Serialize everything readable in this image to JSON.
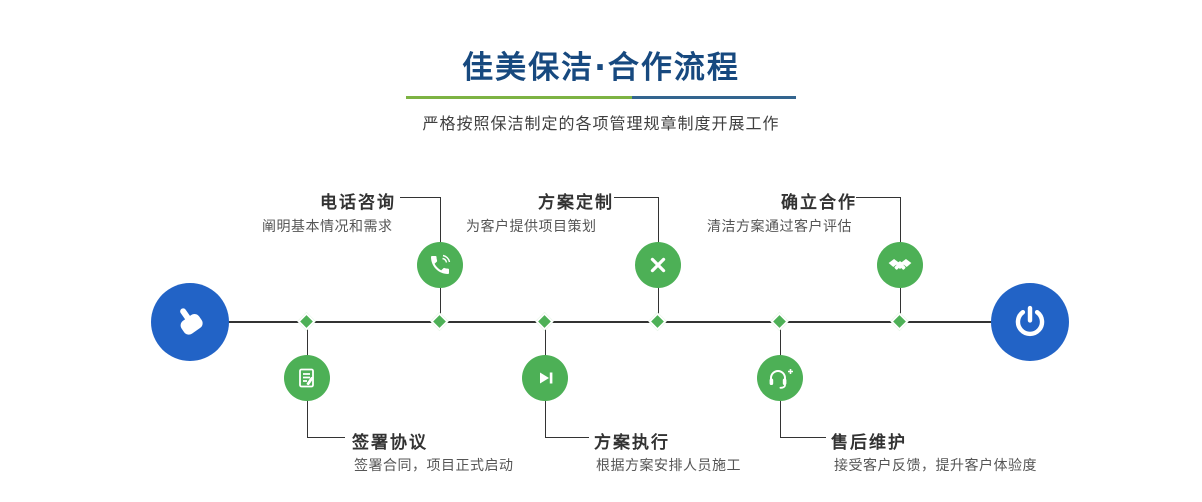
{
  "page": {
    "title": "佳美保洁·合作流程",
    "subtitle": "严格按照保洁制定的各项管理规章制度开展工作"
  },
  "colors": {
    "title_blue": "#17497F",
    "node_green": "#4DB056",
    "endpoint_blue": "#2263C6",
    "divider_green": "#7DB343",
    "divider_blue": "#33658F",
    "line_dark": "#333333",
    "step_title_color": "#333333",
    "step_desc_color": "#555555"
  },
  "endpoints": {
    "start_icon": "hand-pointer-icon",
    "end_icon": "power-icon"
  },
  "steps_top": [
    {
      "title": "电话咨询",
      "desc": "阐明基本情况和需求",
      "icon": "phone-icon"
    },
    {
      "title": "方案定制",
      "desc": "为客户提供项目策划",
      "icon": "design-tools-icon"
    },
    {
      "title": "确立合作",
      "desc": "清洁方案通过客户评估",
      "icon": "handshake-icon"
    }
  ],
  "steps_bottom": [
    {
      "title": "签署协议",
      "desc": "签署合同，项目正式启动",
      "icon": "contract-icon"
    },
    {
      "title": "方案执行",
      "desc": "根据方案安排人员施工",
      "icon": "play-icon"
    },
    {
      "title": "售后维护",
      "desc": "接受客户反馈，提升客户体验度",
      "icon": "headset-icon"
    }
  ]
}
